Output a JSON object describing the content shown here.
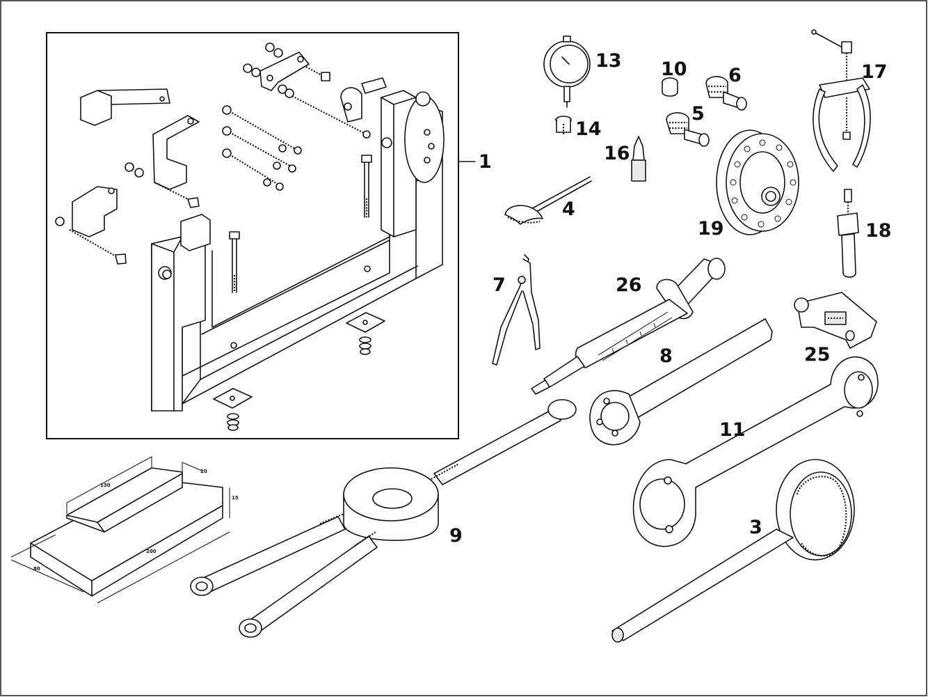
{
  "callouts": {
    "c1": "1",
    "c3": "3",
    "c4": "4",
    "c5": "5",
    "c6": "6",
    "c7": "7",
    "c8": "8",
    "c9": "9",
    "c10": "10",
    "c11": "11",
    "c13": "13",
    "c14": "14",
    "c16": "16",
    "c17": "17",
    "c18": "18",
    "c19": "19",
    "c25": "25",
    "c26": "26"
  },
  "dimensions": {
    "d130": "130",
    "d20": "20",
    "d15": "15",
    "d200": "200",
    "d80": "80"
  },
  "colors": {
    "line": "#111111",
    "background": "#ffffff",
    "frame": "#555555"
  }
}
